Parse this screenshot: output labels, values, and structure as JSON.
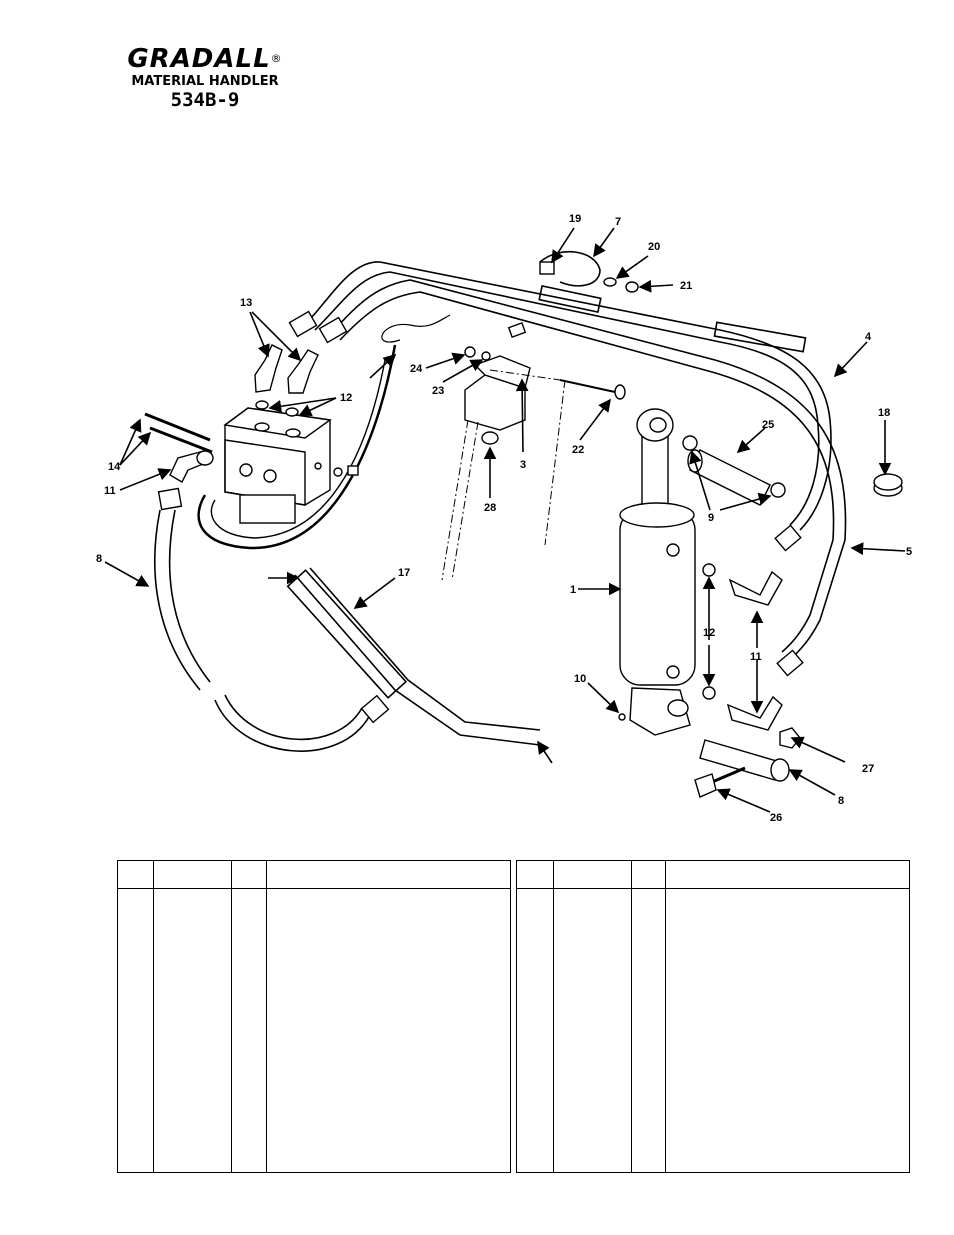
{
  "header": {
    "brand": "GRADALL",
    "registered": "®",
    "subtitle": "MATERIAL HANDLER",
    "model": "534B-9"
  },
  "callouts": {
    "c1": "1",
    "c3": "3",
    "c4": "4",
    "c5": "5",
    "c7": "7",
    "c8a": "8",
    "c8b": "8",
    "c9": "9",
    "c10": "10",
    "c11a": "11",
    "c11b": "11",
    "c12a": "12",
    "c12b": "12",
    "c13": "13",
    "c14": "14",
    "c17": "17",
    "c18": "18",
    "c19": "19",
    "c20": "20",
    "c21": "21",
    "c22": "22",
    "c23": "23",
    "c24": "24",
    "c25": "25",
    "c26": "26",
    "c27": "27",
    "c28": "28"
  }
}
